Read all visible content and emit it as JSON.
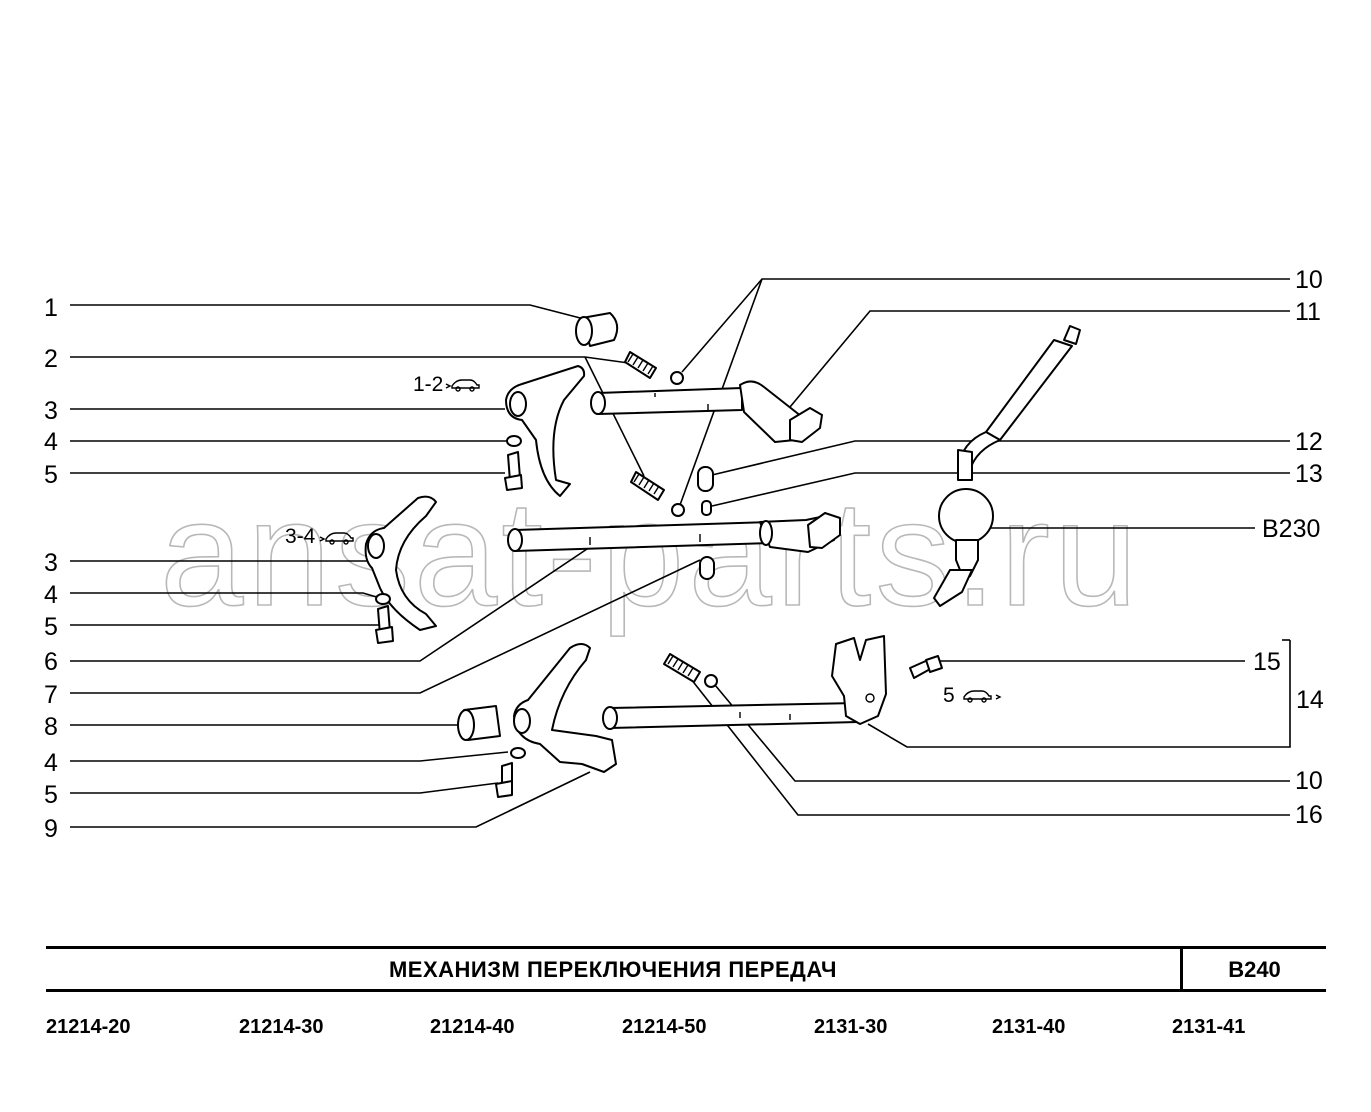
{
  "watermark": "ansat-parts.ru",
  "callouts_left": [
    "1",
    "2",
    "3",
    "4",
    "5",
    "3",
    "4",
    "5",
    "6",
    "7",
    "8",
    "4",
    "5",
    "9"
  ],
  "callouts_right": [
    "10",
    "11",
    "12",
    "13",
    "B230",
    "15",
    "14",
    "10",
    "16"
  ],
  "fork_labels": [
    "1-2",
    "3-4",
    "5"
  ],
  "title": "МЕХАНИЗМ   ПЕРЕКЛЮЧЕНИЯ   ПЕРЕДАЧ",
  "code": "B240",
  "models": [
    "21214-20",
    "21214-30",
    "21214-40",
    "21214-50",
    "2131-30",
    "2131-40",
    "2131-41"
  ]
}
